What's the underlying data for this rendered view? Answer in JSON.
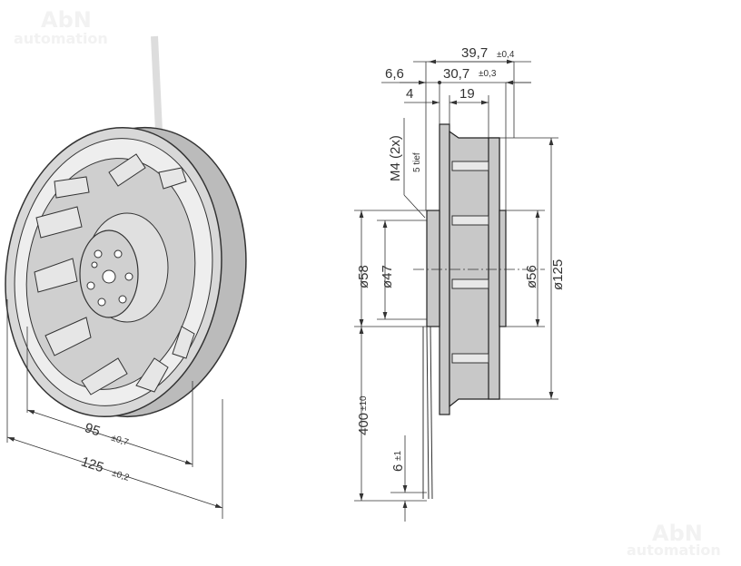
{
  "watermark": {
    "line1": "AbN",
    "line2": "automation"
  },
  "perspective_view": {
    "dimensions": {
      "inner_diameter": {
        "value": "95",
        "tolerance": "±0,7"
      },
      "outer_diameter": {
        "value": "125",
        "tolerance": "±0,2"
      }
    }
  },
  "side_view": {
    "dimensions": {
      "overall_depth": {
        "value": "39,7",
        "tolerance": "±0,4"
      },
      "flange_offset": {
        "value": "6,6"
      },
      "body_depth": {
        "value": "30,7",
        "tolerance": "±0,3"
      },
      "flange_thickness": {
        "value": "4"
      },
      "impeller_depth": {
        "value": "19"
      },
      "thread": {
        "value": "M4 (2x)",
        "note": "5 tief"
      },
      "d58": {
        "value": "ø58"
      },
      "d47": {
        "value": "ø47"
      },
      "d56": {
        "value": "ø56"
      },
      "d125": {
        "value": "ø125"
      },
      "lead_length": {
        "value": "400",
        "tolerance": "±10"
      },
      "strip_length": {
        "value": "6",
        "tolerance": "±1"
      }
    }
  }
}
